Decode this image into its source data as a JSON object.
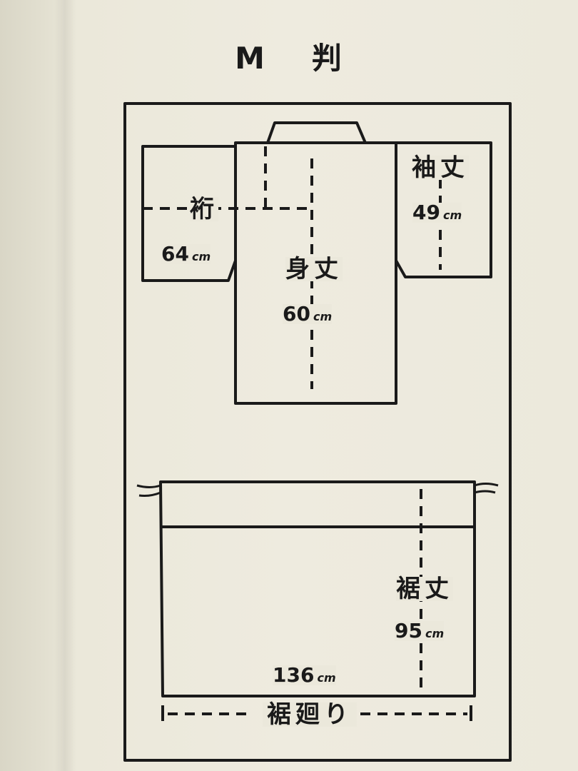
{
  "title": {
    "size_letter": "M",
    "size_kanji": "判"
  },
  "kimono": {
    "yuki": {
      "label": "裄",
      "value": "64",
      "unit": "cm"
    },
    "sodetake": {
      "label": "袖丈",
      "value": "49",
      "unit": "cm"
    },
    "mitake": {
      "label": "身丈",
      "value": "60",
      "unit": "cm"
    }
  },
  "skirt": {
    "sutake": {
      "label": "裾丈",
      "value": "95",
      "unit": "cm"
    },
    "width": {
      "value": "136",
      "unit": "cm"
    },
    "sumawari": {
      "label": "裾廻り"
    }
  },
  "colors": {
    "ink": "#1a1a1a",
    "paper": "#ebe8db"
  }
}
